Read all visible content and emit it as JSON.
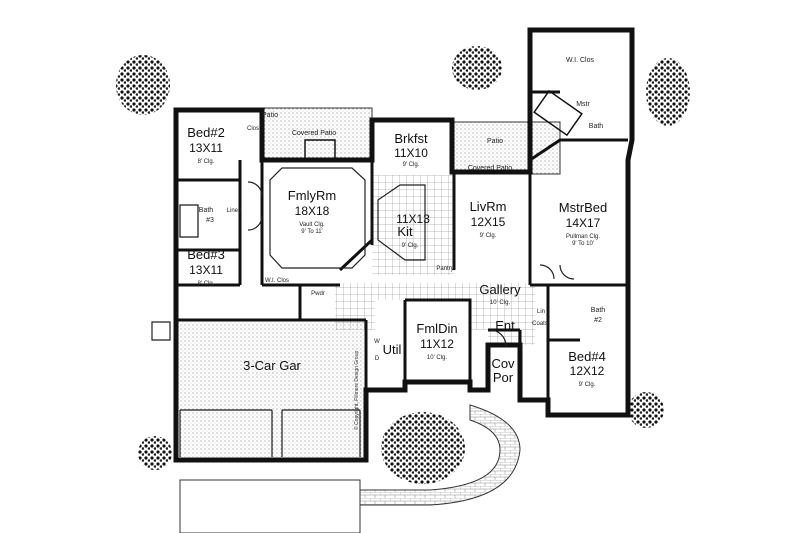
{
  "rooms": {
    "bed2": {
      "name": "Bed#2",
      "dim": "13X11",
      "note": "8' Clg."
    },
    "bed3": {
      "name": "Bed#3",
      "dim": "13X11",
      "note": "8' Clg."
    },
    "famrm": {
      "name": "FmlyRm",
      "dim": "18X18",
      "note": "Vault Clg.",
      "note2": "9' To 11'"
    },
    "brkfst": {
      "name": "Brkfst",
      "dim": "11X10",
      "note": "9' Clg."
    },
    "kit": {
      "name": "Kit",
      "dim": "11X13",
      "note": "9' Clg."
    },
    "livrm": {
      "name": "LivRm",
      "dim": "12X15",
      "note": "9' Clg."
    },
    "mstrbed": {
      "name": "MstrBed",
      "dim": "14X17",
      "note": "Pullman Clg.",
      "note2": "9' To 10'"
    },
    "fmldin": {
      "name": "FmlDin",
      "dim": "11X12",
      "note": "10' Clg."
    },
    "bed4": {
      "name": "Bed#4",
      "dim": "12X12",
      "note": "9' Clg."
    },
    "garage": {
      "name": "3-Car Gar"
    }
  },
  "labels": {
    "patio_left": "Patio",
    "covered_patio_left": "Covered Patio",
    "patio_right": "Patio",
    "covered_patio_right": "Covered Patio",
    "wi_clos_top": "W.I. Clos",
    "mstr_bath": "Mstr",
    "mstr_bath2": "Bath",
    "bath3": "Bath",
    "bath3_num": "#3",
    "bath2": "Bath",
    "bath2_num": "#2",
    "linen": "Linen",
    "clos": "Clos",
    "wi_clos_bed3": "W.I. Clos",
    "pwdr": "Pwdr",
    "pantry": "Pantry",
    "gallery": "Gallery",
    "gallery_note": "10' Clg.",
    "ent": "Ent",
    "cov_por1": "Cov",
    "cov_por2": "Por",
    "util": "Util",
    "w": "W",
    "d": "D",
    "lin": "Lin",
    "coats": "Coats",
    "copyright": "© Copyright, Fillmore Design Group"
  }
}
